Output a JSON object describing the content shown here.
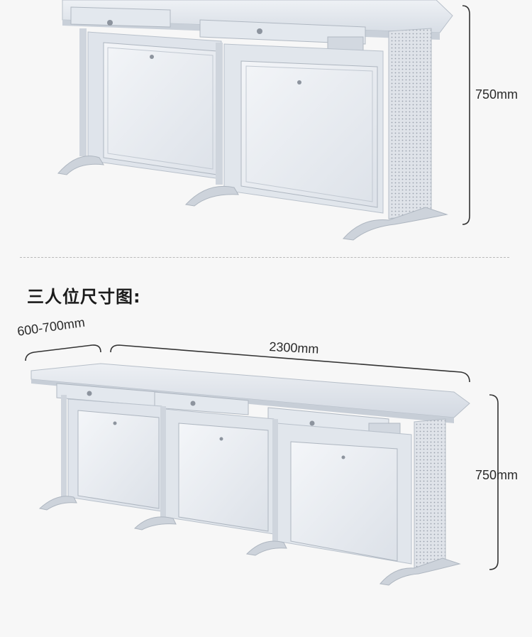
{
  "section_title": "三人位尺寸图:",
  "top_view": {
    "height_label": "750mm"
  },
  "bottom_view": {
    "depth_label": "600-700mm",
    "width_label": "2300mm",
    "height_label": "750mm"
  },
  "colors": {
    "background": "#f7f7f7",
    "desk_light": "#e8ecf2",
    "desk_mid": "#d5dbe4",
    "desk_dark": "#aab2bd",
    "dimension_line": "#333333"
  }
}
